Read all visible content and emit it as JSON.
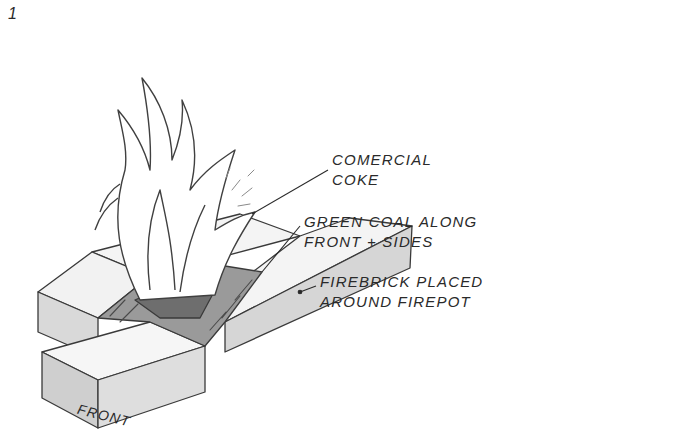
{
  "diagram": {
    "labels": [
      "1",
      "COMERCIAL COKE",
      "GREEN COAL ALONG FRONT + SIDES",
      "FIREBRICK PLACED AROUND FIREPOT",
      "FRONT"
    ]
  }
}
